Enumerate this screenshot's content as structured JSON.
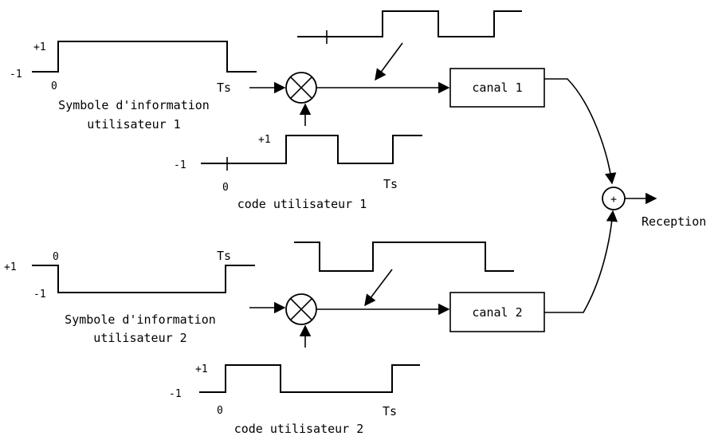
{
  "user1": {
    "info": {
      "level_high": "+1",
      "level_low": "-1",
      "t_start": "0",
      "t_end": "Ts",
      "caption_line1": "Symbole d'information",
      "caption_line2": "utilisateur 1"
    },
    "code": {
      "level_high": "+1",
      "level_low": "-1",
      "t_start": "0",
      "t_end": "Ts",
      "caption": "code utilisateur 1"
    },
    "channel_label": "canal 1"
  },
  "user2": {
    "info": {
      "level_high": "+1",
      "level_low": "-1",
      "t_start": "0",
      "t_end": "Ts",
      "caption_line1": "Symbole d'information",
      "caption_line2": "utilisateur 2"
    },
    "code": {
      "level_high": "+1",
      "level_low": "-1",
      "t_start": "0",
      "t_end": "Ts",
      "caption": "code utilisateur 2"
    },
    "channel_label": "canal 2"
  },
  "summer_symbol": "+",
  "output_label": "Reception"
}
